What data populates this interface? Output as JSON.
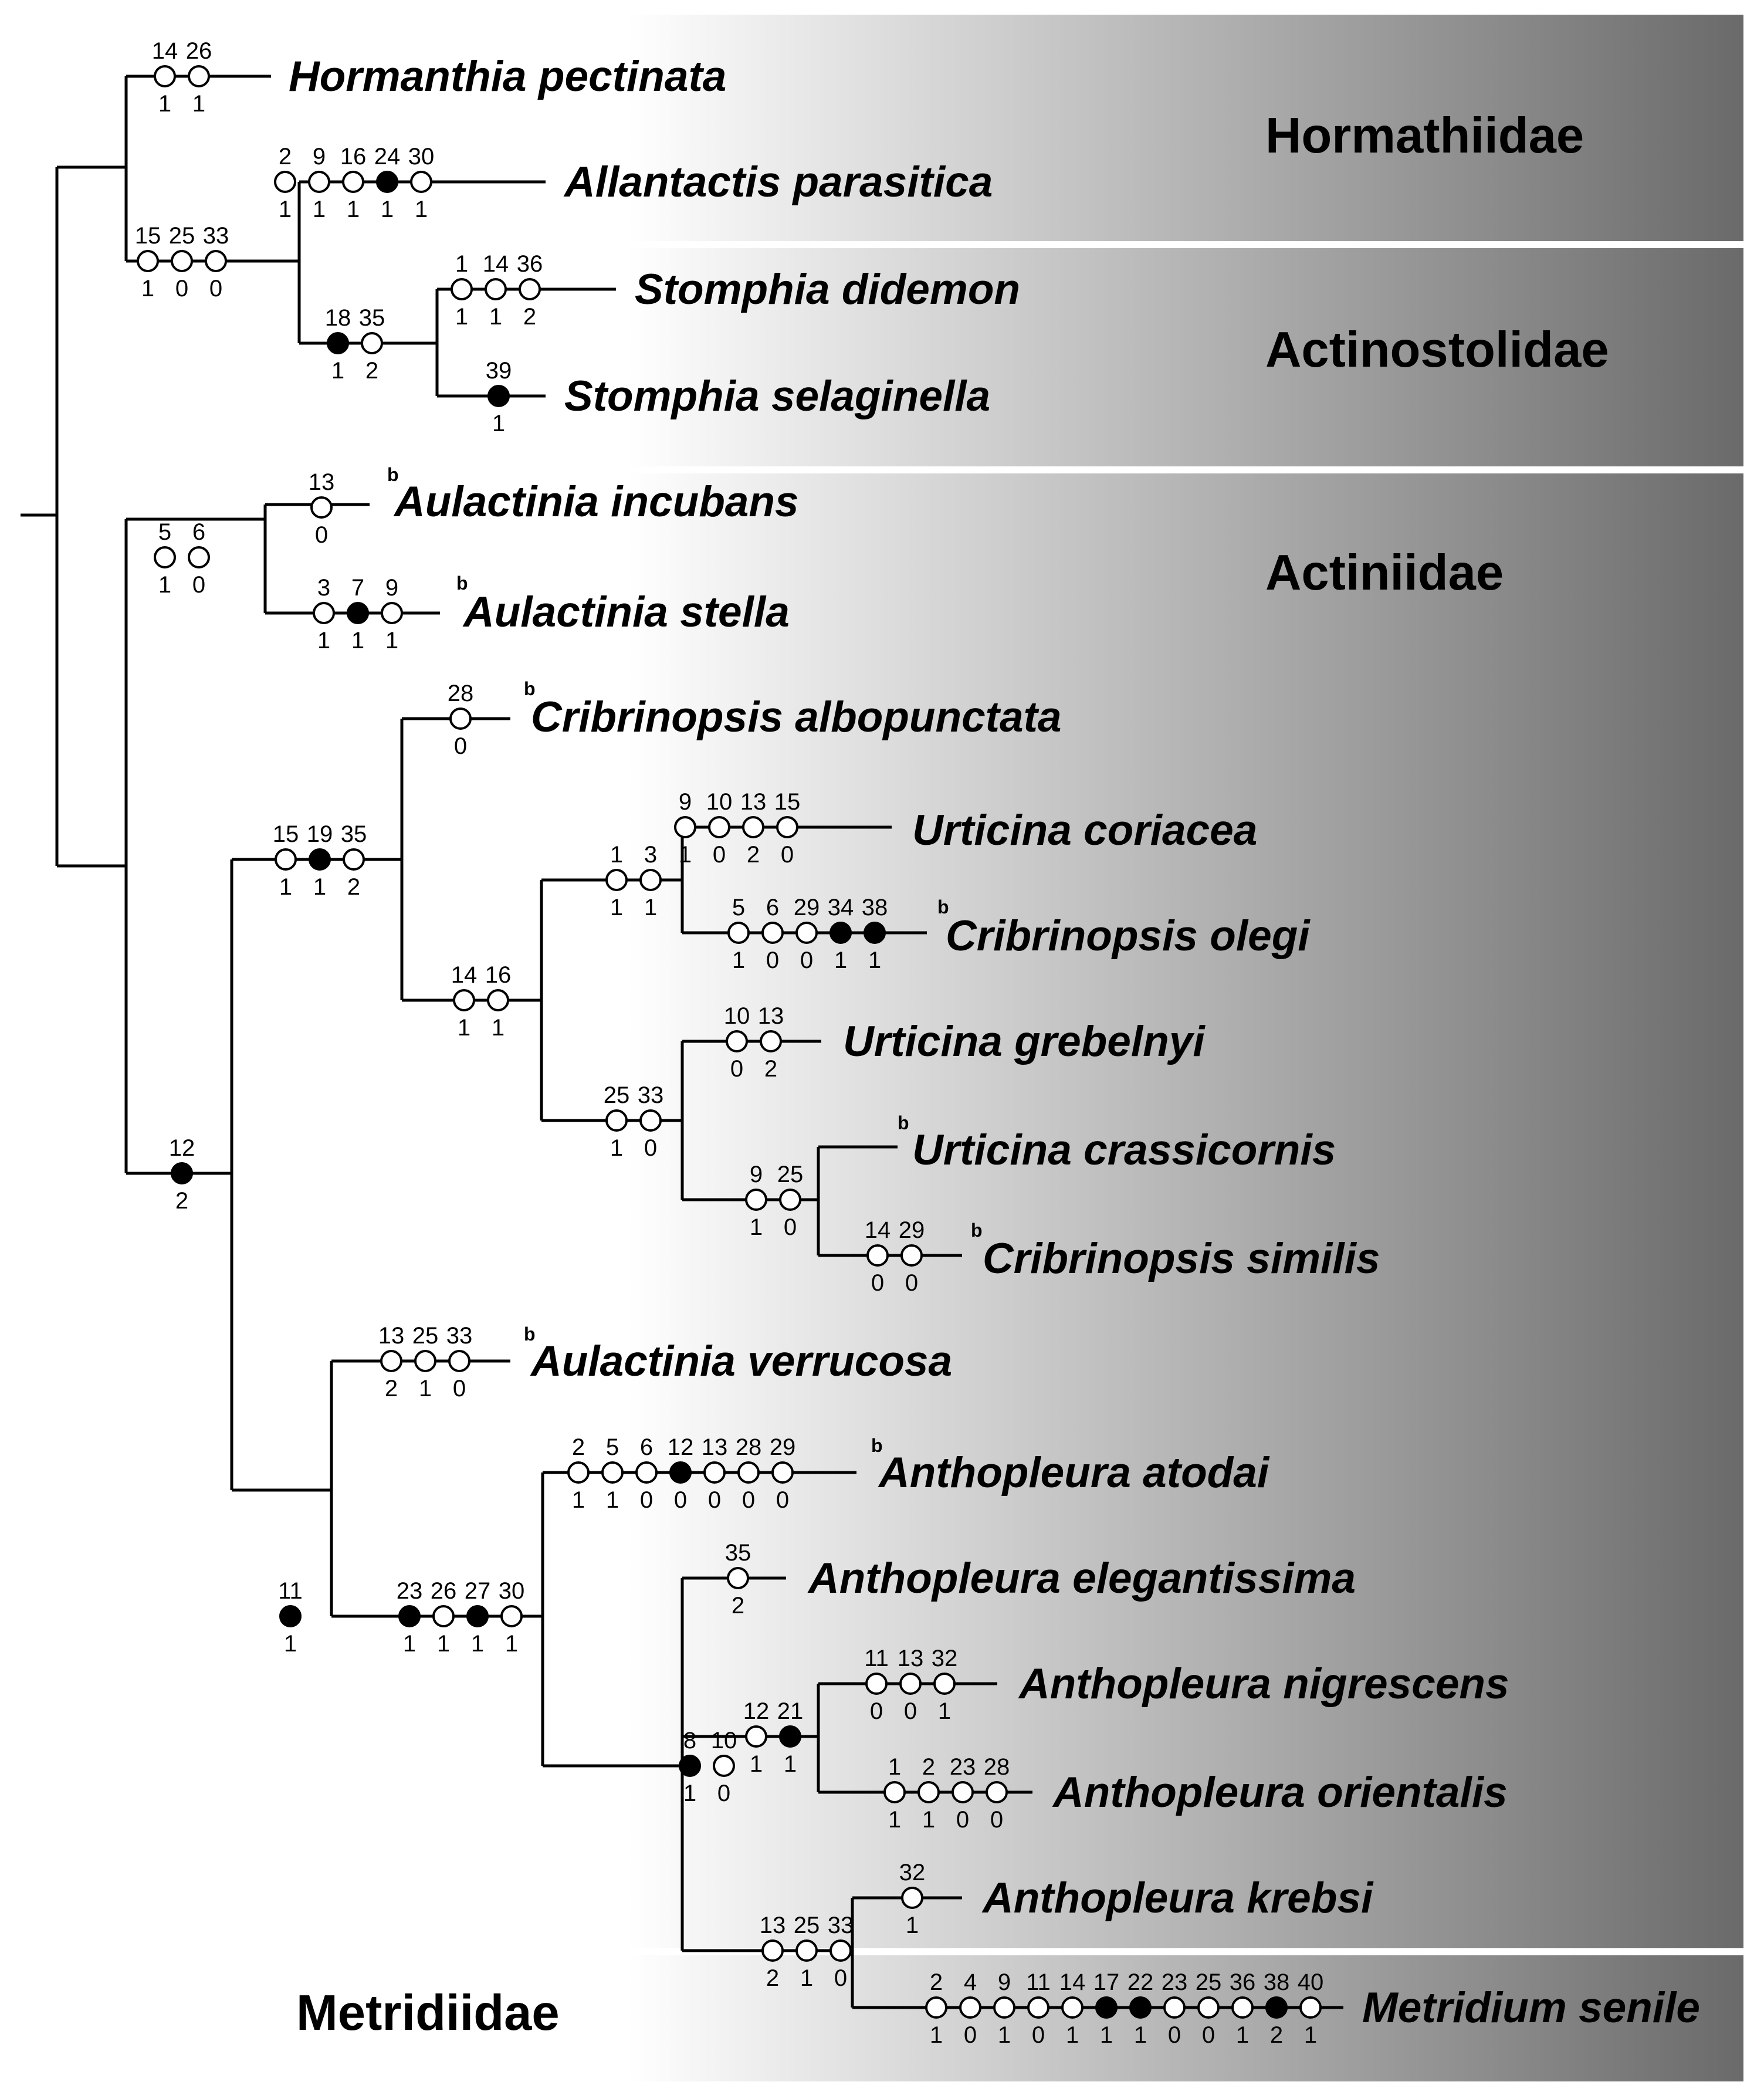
{
  "families": [
    "Hormathiidae",
    "Actinostolidae",
    "Actiniidae",
    "Metridiidae"
  ],
  "taxa": [
    {
      "name": "Hormanthia pectinata",
      "mark": ""
    },
    {
      "name": "Allantactis parasitica",
      "mark": ""
    },
    {
      "name": "Stomphia didemon",
      "mark": ""
    },
    {
      "name": "Stomphia selaginella",
      "mark": ""
    },
    {
      "name": "Aulactinia incubans",
      "mark": "b"
    },
    {
      "name": "Aulactinia stella",
      "mark": "b"
    },
    {
      "name": "Cribrinopsis albopunctata",
      "mark": "b"
    },
    {
      "name": "Urticina coriacea",
      "mark": ""
    },
    {
      "name": "Cribrinopsis olegi",
      "mark": "b"
    },
    {
      "name": "Urticina grebelnyi",
      "mark": ""
    },
    {
      "name": "Urticina crassicornis",
      "mark": "b"
    },
    {
      "name": "Cribrinopsis similis",
      "mark": "b"
    },
    {
      "name": "Aulactinia verrucosa",
      "mark": "b"
    },
    {
      "name": "Anthopleura atodai",
      "mark": "b"
    },
    {
      "name": "Anthopleura elegantissima",
      "mark": ""
    },
    {
      "name": "Anthopleura nigrescens",
      "mark": ""
    },
    {
      "name": "Anthopleura orientalis",
      "mark": ""
    },
    {
      "name": "Anthopleura krebsi",
      "mark": ""
    },
    {
      "name": "Metridium senile",
      "mark": ""
    }
  ],
  "characters": [
    {
      "branch": "Hormanthia pectinata",
      "chars": [
        {
          "c": "14",
          "s": "1",
          "f": false
        },
        {
          "c": "26",
          "s": "1",
          "f": false
        }
      ]
    },
    {
      "branch": "Hormathiidae + Actinostolidae clade",
      "chars": [
        {
          "c": "15",
          "s": "1",
          "f": false
        },
        {
          "c": "25",
          "s": "0",
          "f": false
        },
        {
          "c": "33",
          "s": "0",
          "f": false
        }
      ]
    },
    {
      "branch": "Allantactis parasitica",
      "chars": [
        {
          "c": "2",
          "s": "1",
          "f": false
        },
        {
          "c": "9",
          "s": "1",
          "f": false
        },
        {
          "c": "16",
          "s": "1",
          "f": false
        },
        {
          "c": "24",
          "s": "1",
          "f": true
        },
        {
          "c": "30",
          "s": "1",
          "f": false
        }
      ]
    },
    {
      "branch": "Stomphia clade",
      "chars": [
        {
          "c": "18",
          "s": "1",
          "f": true
        },
        {
          "c": "35",
          "s": "2",
          "f": false
        }
      ]
    },
    {
      "branch": "Stomphia didemon",
      "chars": [
        {
          "c": "1",
          "s": "1",
          "f": false
        },
        {
          "c": "14",
          "s": "1",
          "f": false
        },
        {
          "c": "36",
          "s": "2",
          "f": false
        }
      ]
    },
    {
      "branch": "Stomphia selaginella",
      "chars": [
        {
          "c": "39",
          "s": "1",
          "f": true
        }
      ]
    },
    {
      "branch": "Aulactinia incubans + stella",
      "chars": [
        {
          "c": "5",
          "s": "1",
          "f": false
        },
        {
          "c": "6",
          "s": "0",
          "f": false
        }
      ]
    },
    {
      "branch": "Aulactinia incubans",
      "chars": [
        {
          "c": "13",
          "s": "0",
          "f": false
        }
      ]
    },
    {
      "branch": "Aulactinia stella",
      "chars": [
        {
          "c": "3",
          "s": "1",
          "f": false
        },
        {
          "c": "7",
          "s": "1",
          "f": true
        },
        {
          "c": "9",
          "s": "1",
          "f": false
        }
      ]
    },
    {
      "branch": "Actiniidae main clade",
      "chars": [
        {
          "c": "12",
          "s": "2",
          "f": true
        }
      ]
    },
    {
      "branch": "Cribrinopsis/Urticina clade",
      "chars": [
        {
          "c": "15",
          "s": "1",
          "f": false
        },
        {
          "c": "19",
          "s": "1",
          "f": true
        },
        {
          "c": "35",
          "s": "2",
          "f": false
        }
      ]
    },
    {
      "branch": "Cribrinopsis albopunctata",
      "chars": [
        {
          "c": "28",
          "s": "0",
          "f": false
        }
      ]
    },
    {
      "branch": "Urticina subclade",
      "chars": [
        {
          "c": "14",
          "s": "1",
          "f": false
        },
        {
          "c": "16",
          "s": "1",
          "f": false
        }
      ]
    },
    {
      "branch": "coriacea + olegi",
      "chars": [
        {
          "c": "1",
          "s": "1",
          "f": false
        },
        {
          "c": "3",
          "s": "1",
          "f": false
        }
      ]
    },
    {
      "branch": "Urticina coriacea",
      "chars": [
        {
          "c": "9",
          "s": "1",
          "f": false
        },
        {
          "c": "10",
          "s": "0",
          "f": false
        },
        {
          "c": "13",
          "s": "2",
          "f": false
        },
        {
          "c": "15",
          "s": "0",
          "f": false
        }
      ]
    },
    {
      "branch": "Cribrinopsis olegi",
      "chars": [
        {
          "c": "5",
          "s": "1",
          "f": false
        },
        {
          "c": "6",
          "s": "0",
          "f": false
        },
        {
          "c": "29",
          "s": "0",
          "f": false
        },
        {
          "c": "34",
          "s": "1",
          "f": true
        },
        {
          "c": "38",
          "s": "1",
          "f": true
        }
      ]
    },
    {
      "branch": "grebelnyi + crassicornis + similis",
      "chars": [
        {
          "c": "25",
          "s": "1",
          "f": false
        },
        {
          "c": "33",
          "s": "0",
          "f": false
        }
      ]
    },
    {
      "branch": "Urticina grebelnyi",
      "chars": [
        {
          "c": "10",
          "s": "0",
          "f": false
        },
        {
          "c": "13",
          "s": "2",
          "f": false
        }
      ]
    },
    {
      "branch": "crassicornis + similis",
      "chars": [
        {
          "c": "9",
          "s": "1",
          "f": false
        },
        {
          "c": "25",
          "s": "0",
          "f": false
        }
      ]
    },
    {
      "branch": "Cribrinopsis similis",
      "chars": [
        {
          "c": "14",
          "s": "0",
          "f": false
        },
        {
          "c": "29",
          "s": "0",
          "f": false
        }
      ]
    },
    {
      "branch": "Aulactinia verrucosa + Anthopleura clade",
      "chars": [
        {
          "c": "11",
          "s": "1",
          "f": true
        }
      ]
    },
    {
      "branch": "Aulactinia verrucosa",
      "chars": [
        {
          "c": "13",
          "s": "2",
          "f": false
        },
        {
          "c": "25",
          "s": "1",
          "f": false
        },
        {
          "c": "33",
          "s": "0",
          "f": false
        }
      ]
    },
    {
      "branch": "Anthopleura clade",
      "chars": [
        {
          "c": "23",
          "s": "1",
          "f": true
        },
        {
          "c": "26",
          "s": "1",
          "f": false
        },
        {
          "c": "27",
          "s": "1",
          "f": true
        },
        {
          "c": "30",
          "s": "1",
          "f": false
        }
      ]
    },
    {
      "branch": "Anthopleura atodai",
      "chars": [
        {
          "c": "2",
          "s": "1",
          "f": false
        },
        {
          "c": "5",
          "s": "1",
          "f": false
        },
        {
          "c": "6",
          "s": "0",
          "f": false
        },
        {
          "c": "12",
          "s": "0",
          "f": true
        },
        {
          "c": "13",
          "s": "0",
          "f": false
        },
        {
          "c": "28",
          "s": "0",
          "f": false
        },
        {
          "c": "29",
          "s": "0",
          "f": false
        }
      ]
    },
    {
      "branch": "Anthopleura subclade",
      "chars": [
        {
          "c": "8",
          "s": "1",
          "f": true
        },
        {
          "c": "10",
          "s": "0",
          "f": false
        }
      ]
    },
    {
      "branch": "Anthopleura elegantissima",
      "chars": [
        {
          "c": "35",
          "s": "2",
          "f": false
        }
      ]
    },
    {
      "branch": "nigrescens + orientalis",
      "chars": [
        {
          "c": "12",
          "s": "1",
          "f": false
        },
        {
          "c": "21",
          "s": "1",
          "f": true
        }
      ]
    },
    {
      "branch": "Anthopleura nigrescens",
      "chars": [
        {
          "c": "11",
          "s": "0",
          "f": false
        },
        {
          "c": "13",
          "s": "0",
          "f": false
        },
        {
          "c": "32",
          "s": "1",
          "f": false
        }
      ]
    },
    {
      "branch": "Anthopleura orientalis",
      "chars": [
        {
          "c": "1",
          "s": "1",
          "f": false
        },
        {
          "c": "2",
          "s": "1",
          "f": false
        },
        {
          "c": "23",
          "s": "0",
          "f": false
        },
        {
          "c": "28",
          "s": "0",
          "f": false
        }
      ]
    },
    {
      "branch": "krebsi + Metridium",
      "chars": [
        {
          "c": "13",
          "s": "2",
          "f": false
        },
        {
          "c": "25",
          "s": "1",
          "f": false
        },
        {
          "c": "33",
          "s": "0",
          "f": false
        }
      ]
    },
    {
      "branch": "Anthopleura krebsi",
      "chars": [
        {
          "c": "32",
          "s": "1",
          "f": false
        }
      ]
    },
    {
      "branch": "Metridium senile",
      "chars": [
        {
          "c": "2",
          "s": "1",
          "f": false
        },
        {
          "c": "4",
          "s": "0",
          "f": false
        },
        {
          "c": "9",
          "s": "1",
          "f": false
        },
        {
          "c": "11",
          "s": "0",
          "f": false
        },
        {
          "c": "14",
          "s": "1",
          "f": false
        },
        {
          "c": "17",
          "s": "1",
          "f": true
        },
        {
          "c": "22",
          "s": "1",
          "f": true
        },
        {
          "c": "23",
          "s": "0",
          "f": false
        },
        {
          "c": "25",
          "s": "0",
          "f": false
        },
        {
          "c": "36",
          "s": "1",
          "f": false
        },
        {
          "c": "38",
          "s": "2",
          "f": true
        },
        {
          "c": "40",
          "s": "1",
          "f": false
        }
      ]
    }
  ]
}
